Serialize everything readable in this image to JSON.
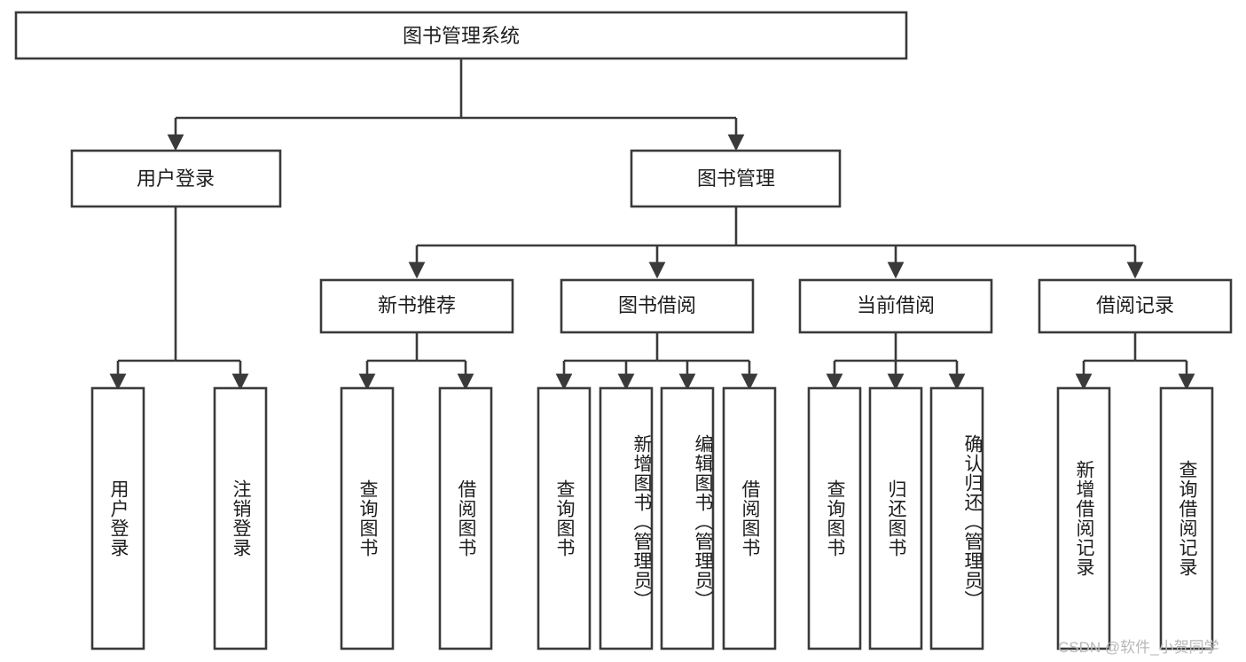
{
  "diagram": {
    "title": "图书管理系统",
    "type": "hierarchy-tree",
    "orientation": "top-down",
    "levels": 4,
    "colors": {
      "box_stroke": "#3a3a3a",
      "box_fill": "#ffffff",
      "connector": "#3a3a3a",
      "text": "#1d1d1d",
      "background": "#ffffff",
      "watermark": "#b8b8b8"
    }
  },
  "root": {
    "label": "图书管理系统"
  },
  "level2": [
    {
      "label": "用户登录"
    },
    {
      "label": "图书管理"
    }
  ],
  "level3": [
    {
      "label": "新书推荐"
    },
    {
      "label": "图书借阅"
    },
    {
      "label": "当前借阅"
    },
    {
      "label": "借阅记录"
    }
  ],
  "leaves": {
    "user_login": [
      {
        "label": "用户登录"
      },
      {
        "label": "注销登录"
      }
    ],
    "new_book_recommend": [
      {
        "label": "查询图书"
      },
      {
        "label": "借阅图书"
      }
    ],
    "book_borrow": [
      {
        "label": "查询图书"
      },
      {
        "label": "新增图书（管理员）"
      },
      {
        "label": "编辑图书（管理员）"
      },
      {
        "label": "借阅图书"
      }
    ],
    "current_borrow": [
      {
        "label": "查询图书"
      },
      {
        "label": "归还图书"
      },
      {
        "label": "确认归还（管理员）"
      }
    ],
    "borrow_record": [
      {
        "label": "新增借阅记录"
      },
      {
        "label": "查询借阅记录"
      }
    ]
  },
  "watermark": {
    "text": "CSDN @软件_小贺同学"
  }
}
